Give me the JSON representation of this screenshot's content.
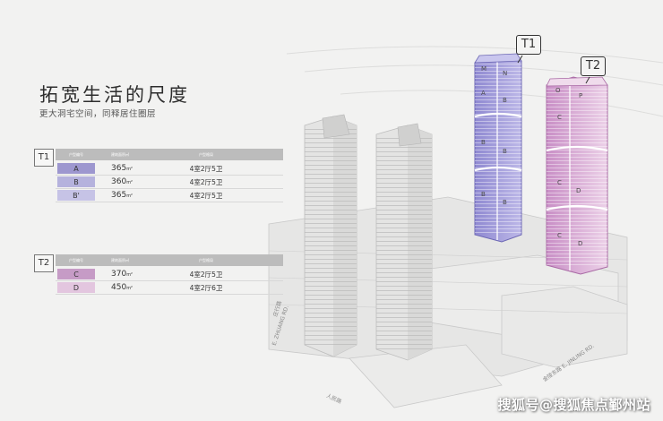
{
  "title": "拓宽生活的尺度",
  "subtitle": "更大洞宅空间，同释居住圈层",
  "tables": [
    {
      "tower": "T1",
      "columns": [
        "户型编号",
        "建筑面积㎡",
        "户型格局"
      ],
      "rows": [
        {
          "type": "A",
          "area": "365",
          "layout": "4室2厅5卫",
          "color": "#9d97cf"
        },
        {
          "type": "B",
          "area": "360",
          "layout": "4室2厅5卫",
          "color": "#b5b2dd"
        },
        {
          "type": "B'",
          "area": "365",
          "layout": "4室2厅5卫",
          "color": "#c6c3e6"
        }
      ]
    },
    {
      "tower": "T2",
      "columns": [
        "户型编号",
        "建筑面积㎡",
        "户型格局"
      ],
      "rows": [
        {
          "type": "C",
          "area": "370",
          "layout": "4室2厅5卫",
          "color": "#c69bc6"
        },
        {
          "type": "D",
          "area": "450",
          "layout": "4室2厅6卫",
          "color": "#e3c6df"
        }
      ]
    }
  ],
  "area_unit": "m²",
  "towers": {
    "t1": {
      "label": "T1",
      "units": [
        "M",
        "N",
        "A",
        "B",
        "B",
        "B",
        "B",
        "B"
      ]
    },
    "t2": {
      "label": "T2",
      "units": [
        "O",
        "P",
        "C",
        "C",
        "D",
        "C",
        "D"
      ]
    }
  },
  "roads": {
    "zhuang_cn": "庄行路",
    "zhuang_en": "E. ZHUANG RD.",
    "jinling": "金陵东路 E. JINLING RD.",
    "renmin": "人民路"
  },
  "watermark": "搜狐号@搜狐焦点鄞州站",
  "colors": {
    "t1_fill": "#a9a4dc",
    "t2_fill": "#dcb4d8"
  }
}
